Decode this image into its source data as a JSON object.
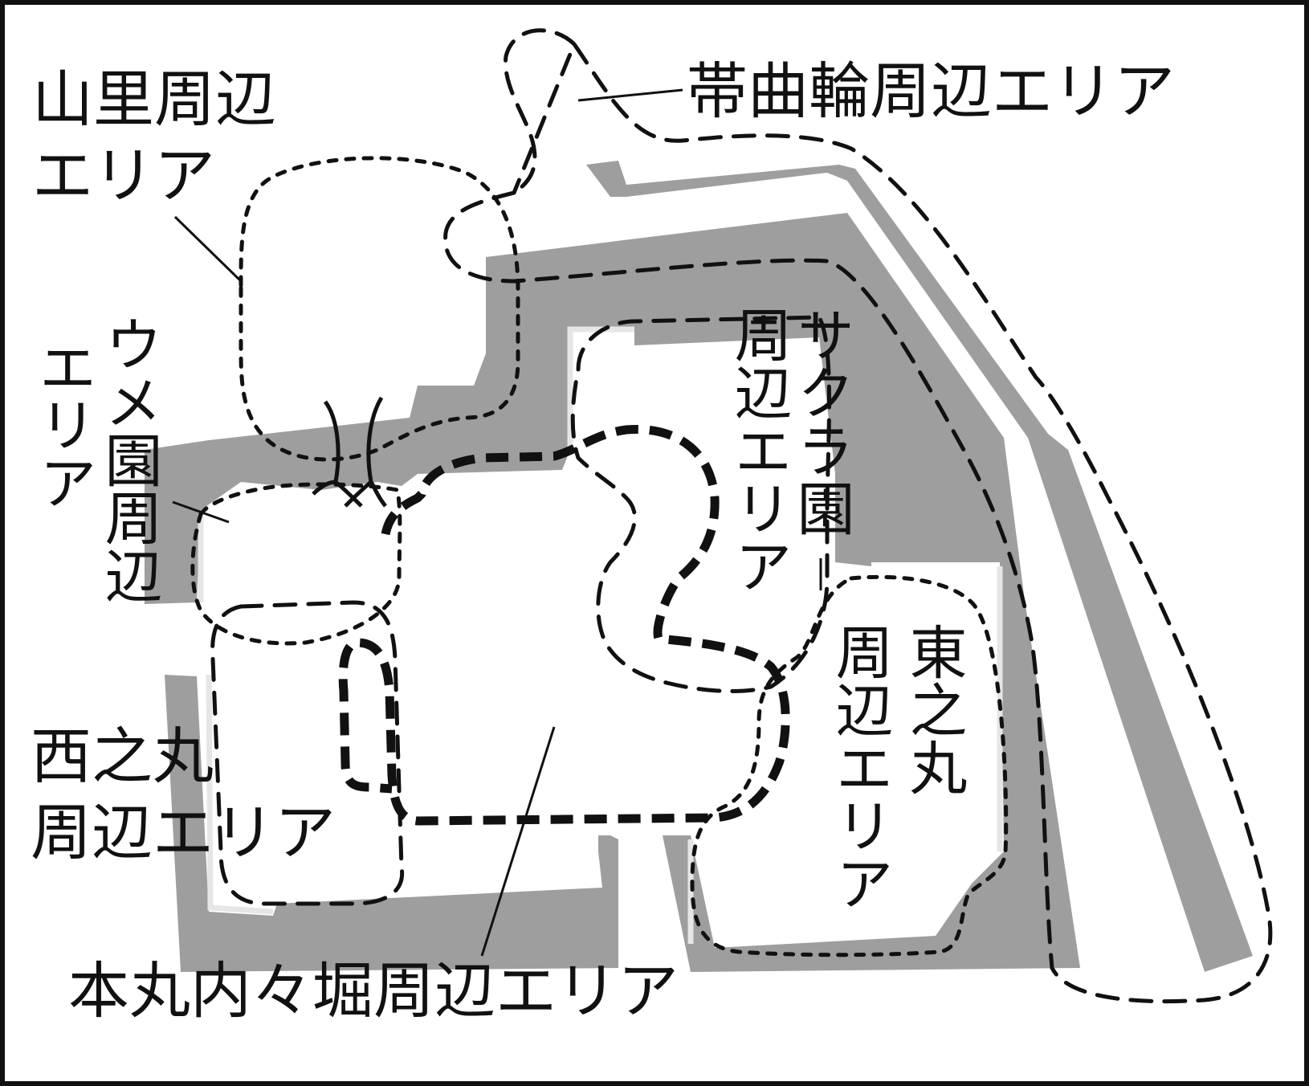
{
  "colors": {
    "moat": "#9e9e9e",
    "ink": "#111111",
    "background": "#ffffff"
  },
  "labels": {
    "yamazato": [
      "山里周辺",
      "エリア"
    ],
    "obiguruwa": "帯曲輪周辺エリア",
    "sakura": [
      "サクラ園",
      "周辺エリア"
    ],
    "umezono": [
      "ウメ園周辺",
      "エリア"
    ],
    "nishinomaru": [
      "西之丸",
      "周辺エリア"
    ],
    "higashinomaru": [
      "東之丸",
      "周辺エリア"
    ],
    "honmaru": "本丸内々堀周辺エリア"
  },
  "icons": {
    "bridge": "bridge-icon"
  }
}
